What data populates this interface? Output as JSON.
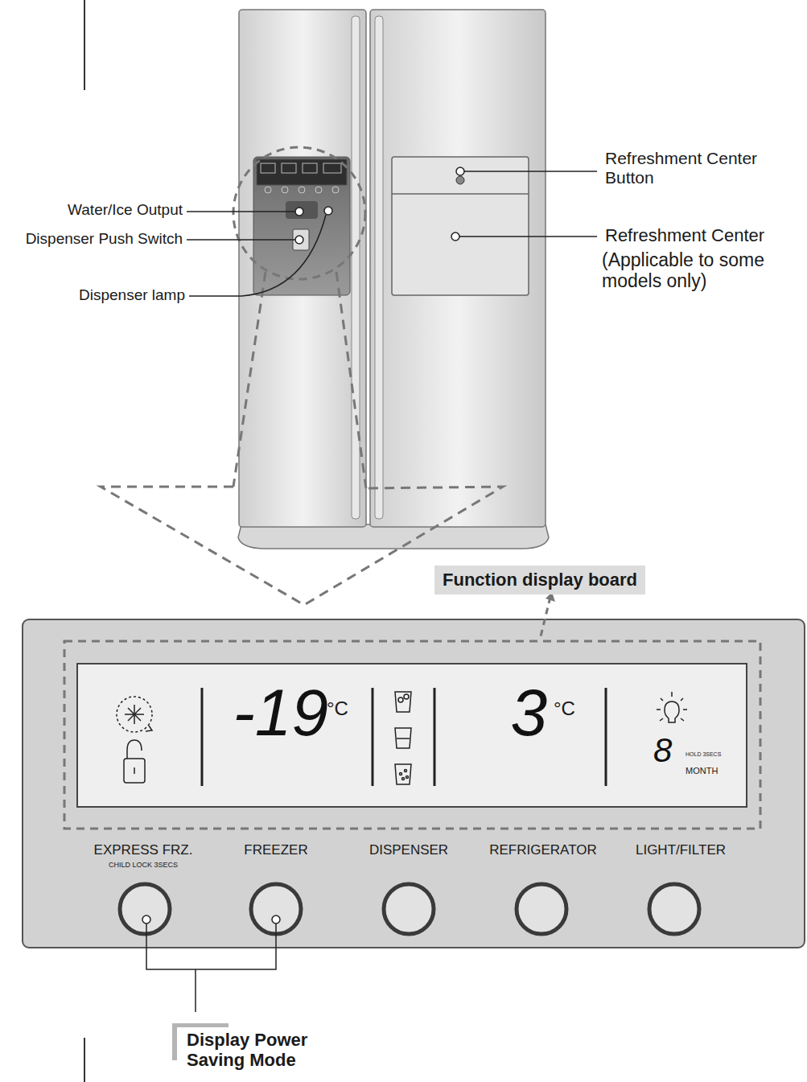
{
  "diagram": {
    "nodes": [
      {
        "text": [
          "Function display board"
        ]
      }
    ],
    "labels": [
      "Water/Ice Output",
      "Dispenser Push Switch",
      "Dispenser lamp",
      "Refreshment Center Button",
      "Refreshment Center",
      "(Applicable to some models only)",
      "-19",
      "°C",
      "3",
      "°C",
      "8",
      "HOLD 3SECS",
      "MONTH",
      "EXPRESS FRZ.",
      "CHILD LOCK 3SECS",
      "FREEZER",
      "DISPENSER",
      "REFRIGERATOR",
      "LIGHT/FILTER",
      "Display Power Saving Mode"
    ]
  }
}
